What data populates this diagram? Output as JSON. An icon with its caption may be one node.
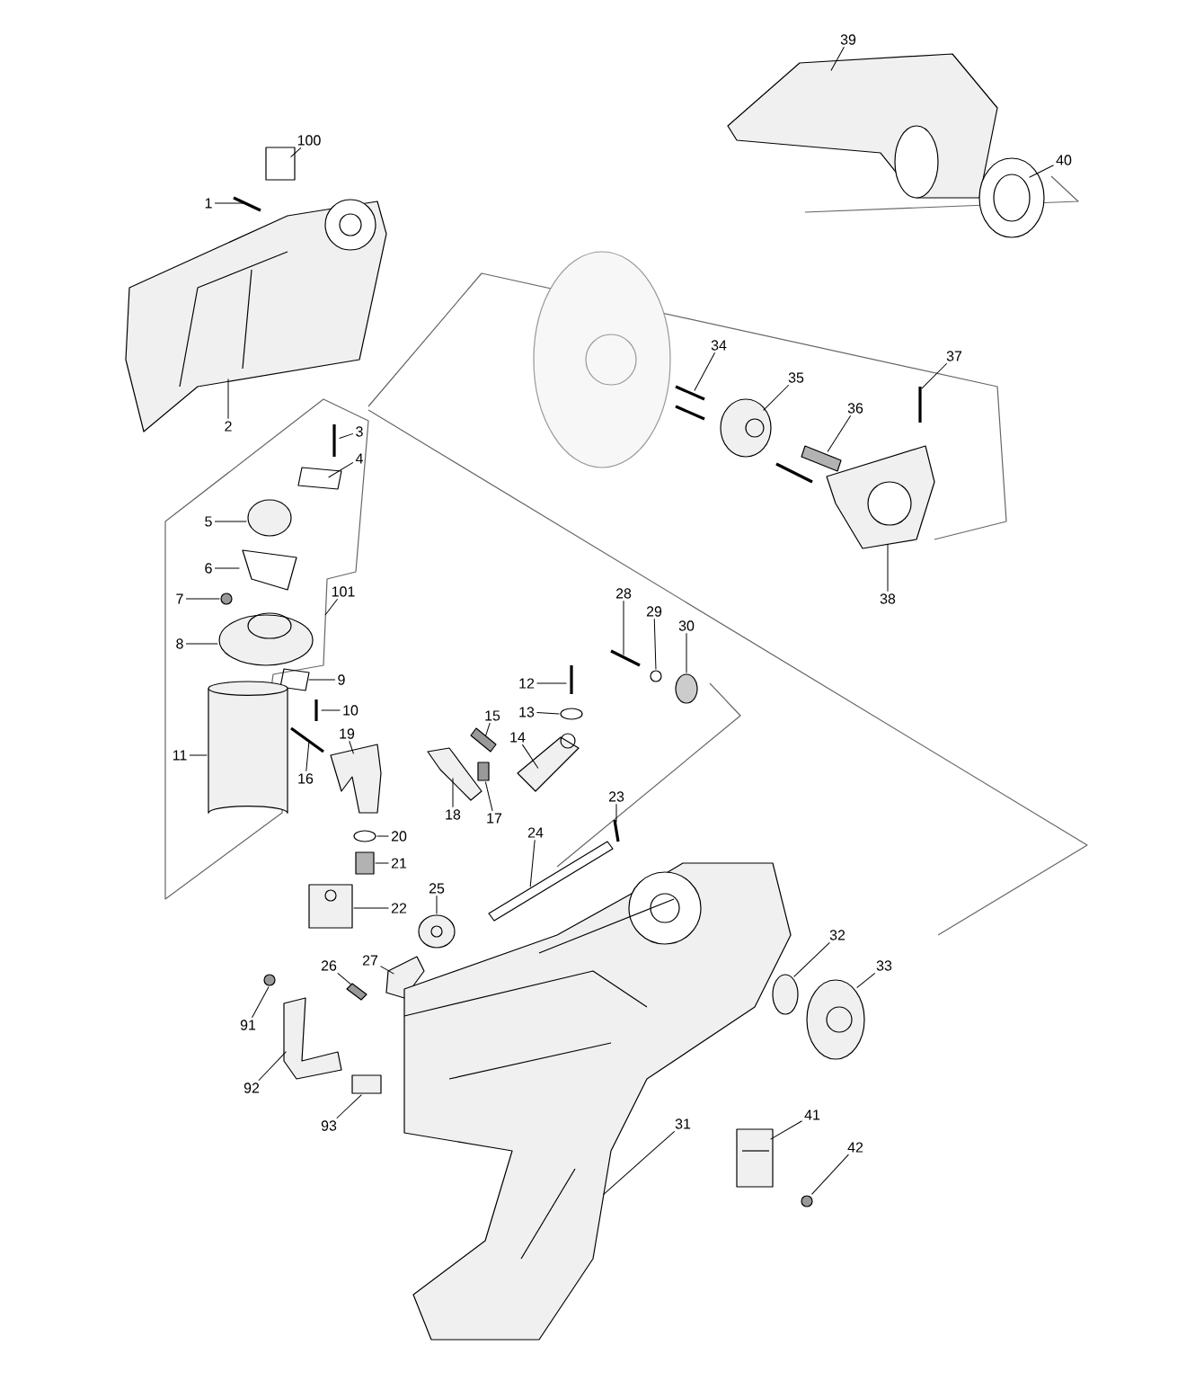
{
  "diagram": {
    "nodes": [
      {
        "text": [
          "1"
        ]
      },
      {
        "text": [
          "100"
        ]
      },
      {
        "text": [
          "2"
        ]
      },
      {
        "text": [
          "3"
        ]
      },
      {
        "text": [
          "4"
        ]
      },
      {
        "text": [
          "5"
        ]
      },
      {
        "text": [
          "6"
        ]
      },
      {
        "text": [
          "101"
        ]
      },
      {
        "text": [
          "7"
        ]
      },
      {
        "text": [
          "8"
        ]
      },
      {
        "text": [
          "9"
        ]
      },
      {
        "text": [
          "10"
        ]
      },
      {
        "text": [
          "11"
        ]
      },
      {
        "text": [
          "16"
        ]
      },
      {
        "text": [
          "19"
        ]
      },
      {
        "text": [
          "20"
        ]
      },
      {
        "text": [
          "21"
        ]
      },
      {
        "text": [
          "22"
        ]
      },
      {
        "text": [
          "18"
        ]
      },
      {
        "text": [
          "15"
        ]
      },
      {
        "text": [
          "17"
        ]
      },
      {
        "text": [
          "14"
        ]
      },
      {
        "text": [
          "12"
        ]
      },
      {
        "text": [
          "13"
        ]
      },
      {
        "text": [
          "28"
        ]
      },
      {
        "text": [
          "29"
        ]
      },
      {
        "text": [
          "30"
        ]
      },
      {
        "text": [
          "23"
        ]
      },
      {
        "text": [
          "24"
        ]
      },
      {
        "text": [
          "25"
        ]
      },
      {
        "text": [
          "26"
        ]
      },
      {
        "text": [
          "27"
        ]
      },
      {
        "text": [
          "91"
        ]
      },
      {
        "text": [
          "92"
        ]
      },
      {
        "text": [
          "93"
        ]
      },
      {
        "text": [
          "31"
        ]
      },
      {
        "text": [
          "32"
        ]
      },
      {
        "text": [
          "33"
        ]
      },
      {
        "text": [
          "41"
        ]
      },
      {
        "text": [
          "42"
        ]
      },
      {
        "text": [
          "34"
        ]
      },
      {
        "text": [
          "35"
        ]
      },
      {
        "text": [
          "36"
        ]
      },
      {
        "text": [
          "37"
        ]
      },
      {
        "text": [
          "38"
        ]
      },
      {
        "text": [
          "39"
        ]
      },
      {
        "text": [
          "40"
        ]
      },
      {
        "text": [],
        "shape": "picture"
      },
      {
        "text": [],
        "shape": "box"
      },
      {
        "text": [],
        "shape": "picture"
      },
      {
        "text": [],
        "shape": "picture"
      },
      {
        "text": [],
        "shape": "picture"
      },
      {
        "text": [],
        "shape": "circle"
      },
      {
        "text": [],
        "shape": "picture"
      },
      {
        "text": [],
        "shape": "circle"
      },
      {
        "text": [],
        "shape": "picture"
      },
      {
        "text": [],
        "shape": "picture"
      },
      {
        "text": [],
        "shape": "picture"
      },
      {
        "text": [],
        "shape": "cylinder"
      },
      {
        "text": [],
        "shape": "picture"
      },
      {
        "text": [],
        "shape": "picture"
      },
      {
        "text": [],
        "shape": "circle"
      },
      {
        "text": [],
        "shape": "box"
      },
      {
        "text": [],
        "shape": "picture"
      },
      {
        "text": [],
        "shape": "picture"
      },
      {
        "text": [],
        "shape": "picture"
      },
      {
        "text": [],
        "shape": "box"
      },
      {
        "text": [],
        "shape": "picture"
      },
      {
        "text": [],
        "shape": "picture"
      },
      {
        "text": [],
        "shape": "circle"
      },
      {
        "text": [],
        "shape": "picture"
      },
      {
        "text": [],
        "shape": "picture"
      },
      {
        "text": [],
        "shape": "circle"
      },
      {
        "text": [],
        "shape": "picture"
      },
      {
        "text": [],
        "shape": "picture"
      },
      {
        "text": [],
        "shape": "picture"
      },
      {
        "text": [],
        "shape": "picture"
      },
      {
        "text": [],
        "shape": "picture"
      },
      {
        "text": [],
        "shape": "circle"
      },
      {
        "text": [],
        "shape": "picture"
      },
      {
        "text": [],
        "shape": "box"
      },
      {
        "text": [],
        "shape": "picture"
      },
      {
        "text": [],
        "shape": "circle"
      },
      {
        "text": [],
        "shape": "picture"
      },
      {
        "text": [],
        "shape": "picture"
      },
      {
        "text": [],
        "shape": "circle"
      },
      {
        "text": [],
        "shape": "picture"
      },
      {
        "text": [],
        "shape": "picture"
      },
      {
        "text": [],
        "shape": "picture"
      },
      {
        "text": [],
        "shape": "picture"
      },
      {
        "text": [],
        "shape": "picture"
      },
      {
        "text": [],
        "shape": "picture"
      },
      {
        "text": [],
        "shape": "picture"
      }
    ],
    "edges": [
      {
        "from": 0,
        "to": 47,
        "arrow": "none"
      },
      {
        "from": 1,
        "to": 48,
        "arrow": "none"
      },
      {
        "from": 2,
        "to": 49,
        "arrow": "none"
      },
      {
        "from": 3,
        "to": 50,
        "arrow": "none"
      },
      {
        "from": 4,
        "to": 51,
        "arrow": "none"
      },
      {
        "from": 5,
        "to": 52,
        "arrow": "none"
      },
      {
        "from": 6,
        "to": 53,
        "arrow": "none"
      },
      {
        "from": 7,
        "to": null,
        "arrow": "none"
      },
      {
        "from": 8,
        "to": 54,
        "arrow": "none"
      },
      {
        "from": 9,
        "to": 55,
        "arrow": "none"
      },
      {
        "from": 10,
        "to": 56,
        "arrow": "none"
      },
      {
        "from": 11,
        "to": 57,
        "arrow": "none"
      },
      {
        "from": 12,
        "to": 58,
        "arrow": "none"
      },
      {
        "from": 13,
        "to": 59,
        "arrow": "none"
      },
      {
        "from": 14,
        "to": 60,
        "arrow": "none"
      },
      {
        "from": 15,
        "to": 61,
        "arrow": "none"
      },
      {
        "from": 16,
        "to": 62,
        "arrow": "none"
      },
      {
        "from": 17,
        "to": 63,
        "arrow": "none"
      },
      {
        "from": 18,
        "to": 64,
        "arrow": "none"
      },
      {
        "from": 19,
        "to": 65,
        "arrow": "none"
      },
      {
        "from": 20,
        "to": 66,
        "arrow": "none"
      },
      {
        "from": 21,
        "to": 67,
        "arrow": "none"
      },
      {
        "from": 22,
        "to": 68,
        "arrow": "none"
      },
      {
        "from": 23,
        "to": 69,
        "arrow": "none"
      },
      {
        "from": 24,
        "to": 70,
        "arrow": "none"
      },
      {
        "from": 25,
        "to": 71,
        "arrow": "none"
      },
      {
        "from": 26,
        "to": 72,
        "arrow": "none"
      },
      {
        "from": 27,
        "to": 73,
        "arrow": "none"
      },
      {
        "from": 28,
        "to": 74,
        "arrow": "none"
      },
      {
        "from": 29,
        "to": 75,
        "arrow": "none"
      },
      {
        "from": 30,
        "to": 76,
        "arrow": "none"
      },
      {
        "from": 31,
        "to": 77,
        "arrow": "none"
      },
      {
        "from": 32,
        "to": 78,
        "arrow": "none"
      },
      {
        "from": 33,
        "to": 79,
        "arrow": "none"
      },
      {
        "from": 34,
        "to": 80,
        "arrow": "none"
      },
      {
        "from": 35,
        "to": 81,
        "arrow": "none"
      },
      {
        "from": 36,
        "to": 82,
        "arrow": "none"
      },
      {
        "from": 37,
        "to": 83,
        "arrow": "none"
      },
      {
        "from": 38,
        "to": 84,
        "arrow": "none"
      },
      {
        "from": 39,
        "to": 85,
        "arrow": "none"
      },
      {
        "from": 40,
        "to": 86,
        "arrow": "none"
      },
      {
        "from": 41,
        "to": 87,
        "arrow": "none"
      },
      {
        "from": 42,
        "to": 88,
        "arrow": "none"
      },
      {
        "from": 43,
        "to": 89,
        "arrow": "none"
      },
      {
        "from": 44,
        "to": 90,
        "arrow": "none"
      },
      {
        "from": 45,
        "to": 91,
        "arrow": "none"
      },
      {
        "from": 46,
        "to": 92,
        "arrow": "none"
      }
    ]
  }
}
